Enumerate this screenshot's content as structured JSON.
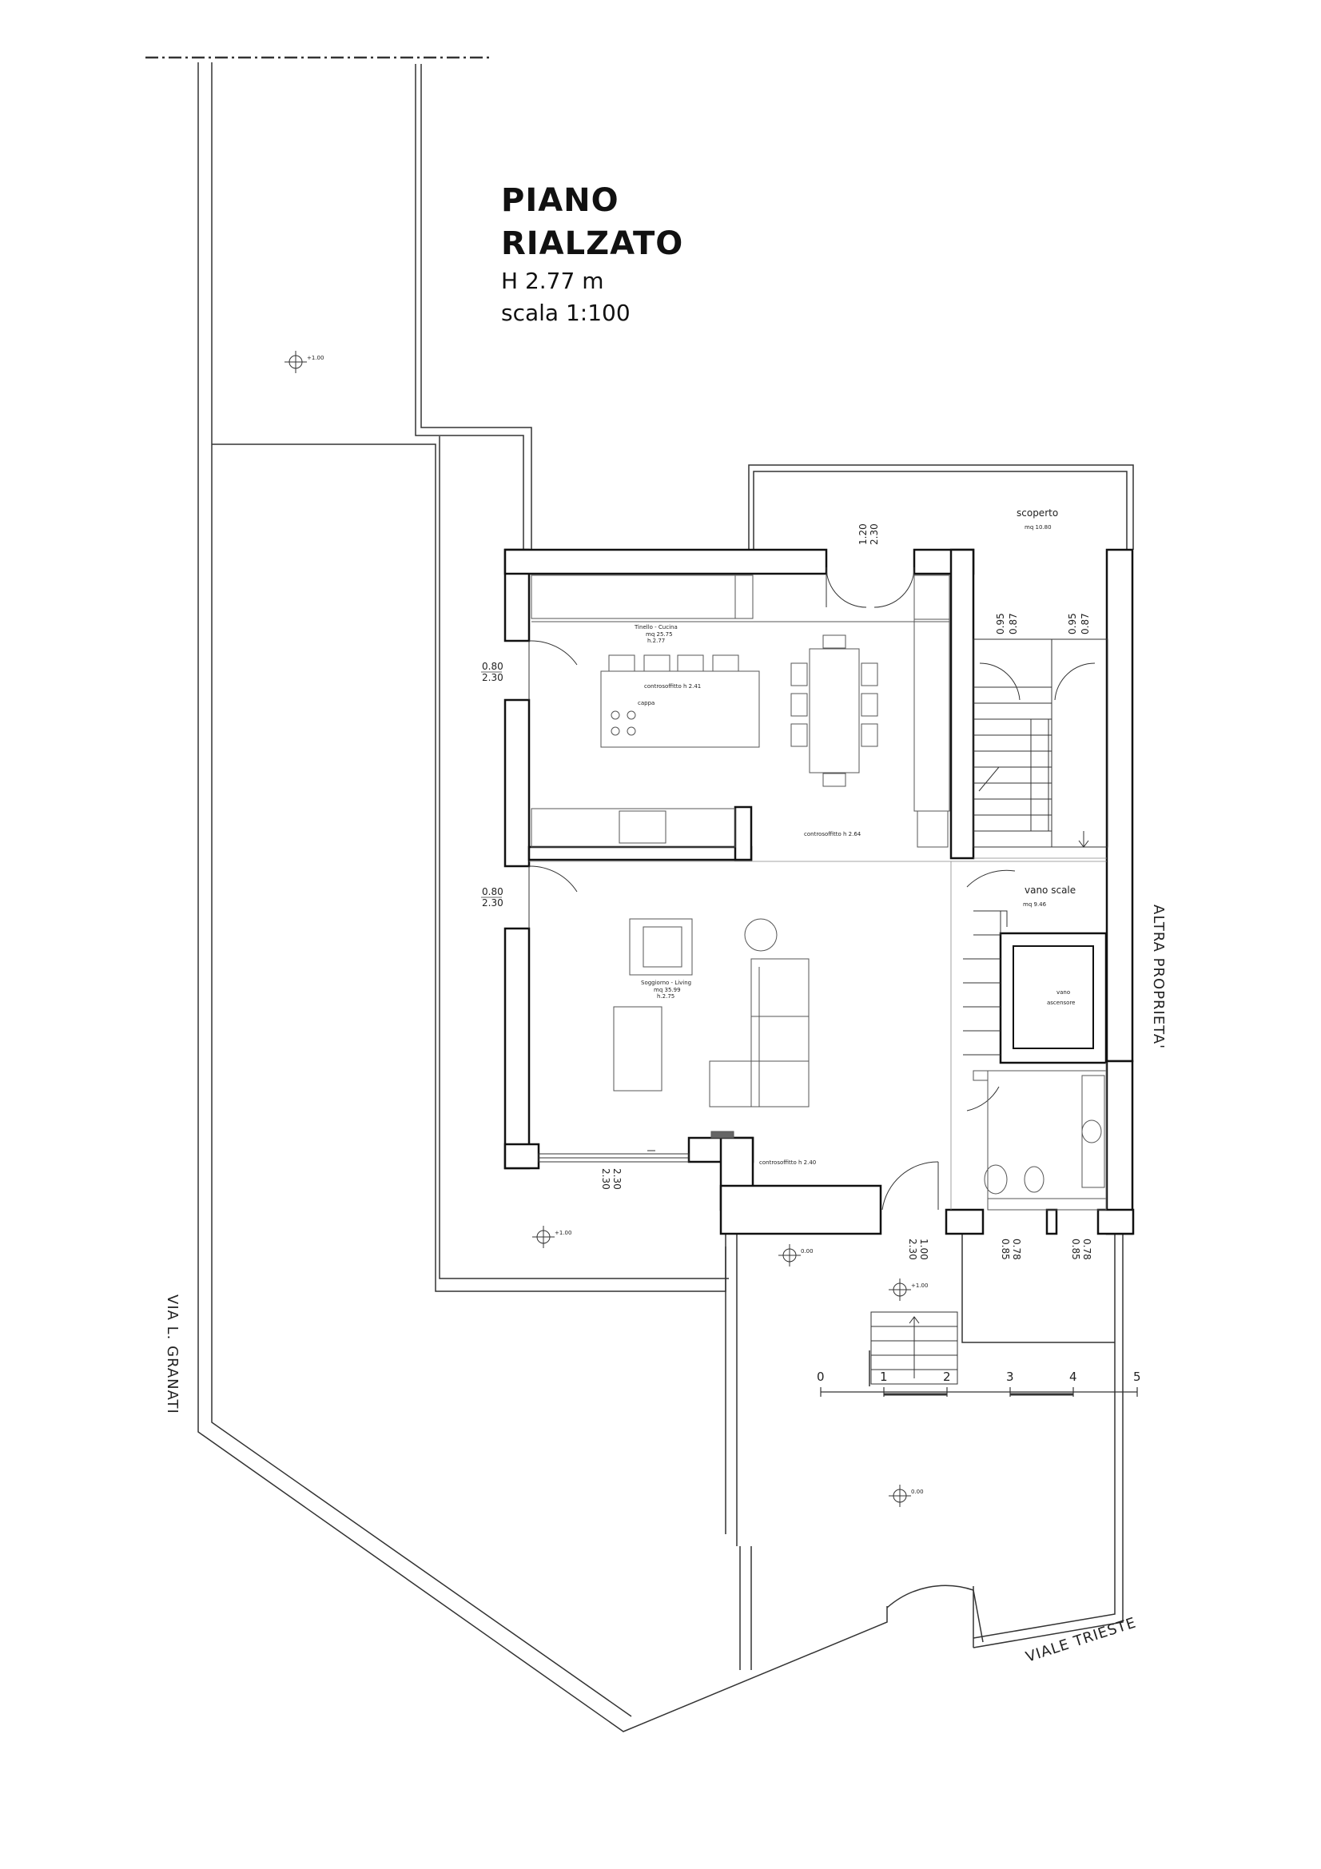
{
  "title": {
    "line1": "PIANO",
    "line2": "RIALZATO",
    "height": "H 2.77 m",
    "scale": "scala 1:100"
  },
  "rooms": {
    "scoperto": {
      "name": "scoperto",
      "area": "mq 10.80"
    },
    "cucina": {
      "name": "Tinello - Cucina",
      "area": "mq 25.75",
      "height": "h.2.77",
      "ceiling": "controsoffitto h 2.41",
      "hood": "cappa"
    },
    "living": {
      "name": "Soggiorno - Living",
      "area": "mq 35.99",
      "height": "h.2.75"
    },
    "scale_room": {
      "name": "vano scale",
      "area": "mq 9.46"
    },
    "elevator": {
      "line1": "vano",
      "line2": "ascensore"
    }
  },
  "ceilings": {
    "c264": "controsoffitto h 2.64",
    "c240": "controsoffitto h 2.40"
  },
  "streets": {
    "granati": "VIA L. GRANATI",
    "trieste": "VIALE TRIESTE",
    "proprieta": "ALTRA PROPRIETA'"
  },
  "elevations": {
    "e1": "+1.00",
    "e2": "+1.00",
    "e3": "0.00",
    "e4": "+1.00",
    "e5": "0.00"
  },
  "dimensions": {
    "d1a": "0.80",
    "d1b": "2.30",
    "d2a": "0.80",
    "d2b": "2.30",
    "d3a": "1.20",
    "d3b": "2.30",
    "d4a": "0.95",
    "d4b": "0.87",
    "d5a": "0.95",
    "d5b": "0.87",
    "d6a": "2.30",
    "d6b": "2.30",
    "d7a": "1.00",
    "d7b": "2.30",
    "d8a": "0.78",
    "d8b": "0.85",
    "d9a": "0.78",
    "d9b": "0.85"
  },
  "scale_bar": {
    "labels": [
      "0",
      "1",
      "2",
      "3",
      "4",
      "5"
    ]
  }
}
